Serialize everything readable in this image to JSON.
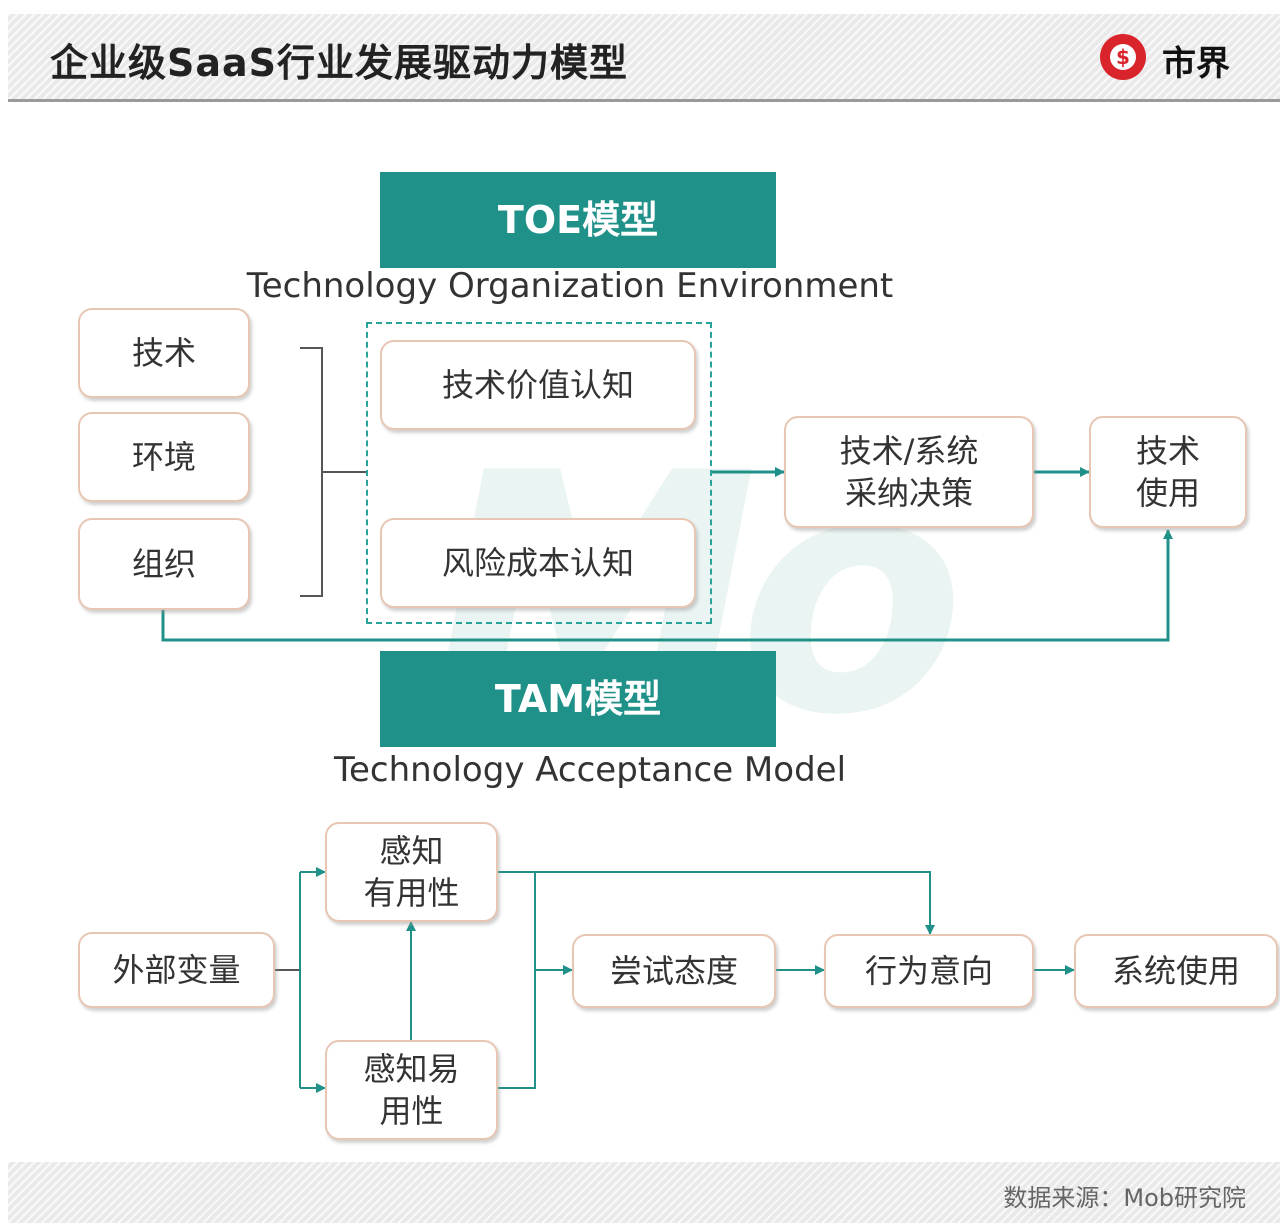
{
  "header": {
    "title": "企业级SaaS行业发展驱动力模型",
    "brand_name": "市界"
  },
  "toe": {
    "banner": "TOE模型",
    "subtitle": "Technology Organization Environment",
    "factors": [
      "技术",
      "环境",
      "组织"
    ],
    "perceptions": [
      "技术价值认知",
      "风险成本认知"
    ],
    "decision": "技术/系统\n采纳决策",
    "usage": "技术\n使用"
  },
  "tam": {
    "banner": "TAM模型",
    "subtitle": "Technology Acceptance Model",
    "external": "外部变量",
    "usefulness": "感知\n有用性",
    "ease": "感知易\n用性",
    "attitude": "尝试态度",
    "intention": "行为意向",
    "usage": "系统使用"
  },
  "footer": {
    "source": "数据来源：Mob研究院"
  },
  "watermark": {
    "text": "Mo"
  },
  "colors": {
    "teal": "#1f9188",
    "box_border": "#e8c6b4",
    "dark_line": "#555555"
  }
}
